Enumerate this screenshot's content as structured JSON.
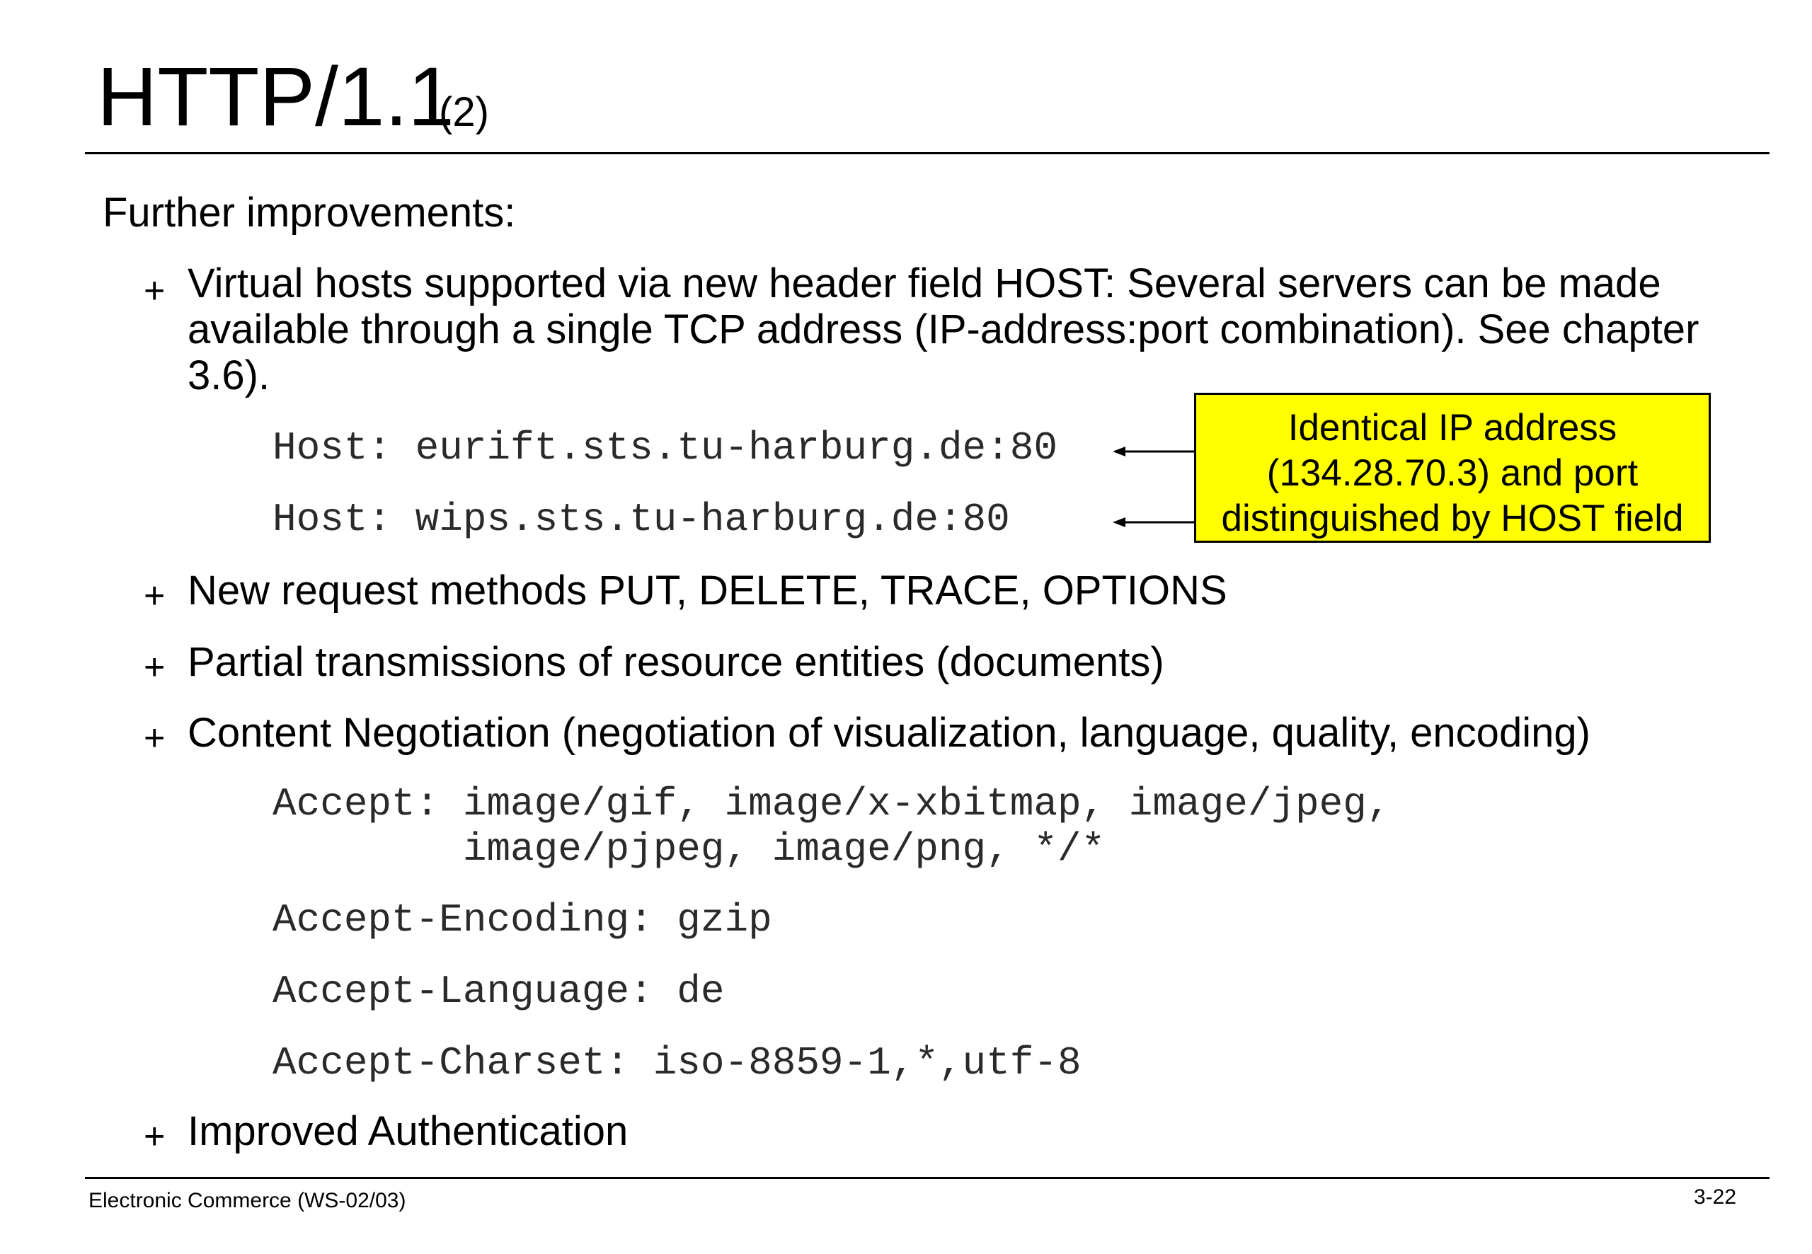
{
  "slide": {
    "title": "HTTP/1.1",
    "title_suffix": "(2)",
    "intro": "Further improvements:",
    "bullet_symbol": "+",
    "items": [
      {
        "text": "Virtual hosts supported via new header field HOST: Several servers can be made available through a single TCP address (IP-address:port combination). See chapter 3.6).",
        "code": [
          "Host: eurift.sts.tu-harburg.de:80",
          "Host: wips.sts.tu-harburg.de:80"
        ]
      },
      {
        "text": "New request methods PUT, DELETE, TRACE, OPTIONS"
      },
      {
        "text": "Partial transmissions of resource entities (documents)"
      },
      {
        "text": "Content Negotiation (negotiation of visualization, language, quality, encoding)",
        "code": [
          "Accept: image/gif, image/x-xbitmap, image/jpeg,",
          "        image/pjpeg, image/png, */*",
          "Accept-Encoding: gzip",
          "Accept-Language: de",
          "Accept-Charset: iso-8859-1,*,utf-8"
        ]
      },
      {
        "text": "Improved Authentication"
      }
    ],
    "callout": {
      "lines": [
        "Identical IP address",
        "(134.28.70.3) and port",
        "distinguished by HOST field"
      ],
      "background": "#ffff00"
    },
    "footer": {
      "left": "Electronic Commerce (WS-02/03)",
      "right": "3-22"
    }
  }
}
